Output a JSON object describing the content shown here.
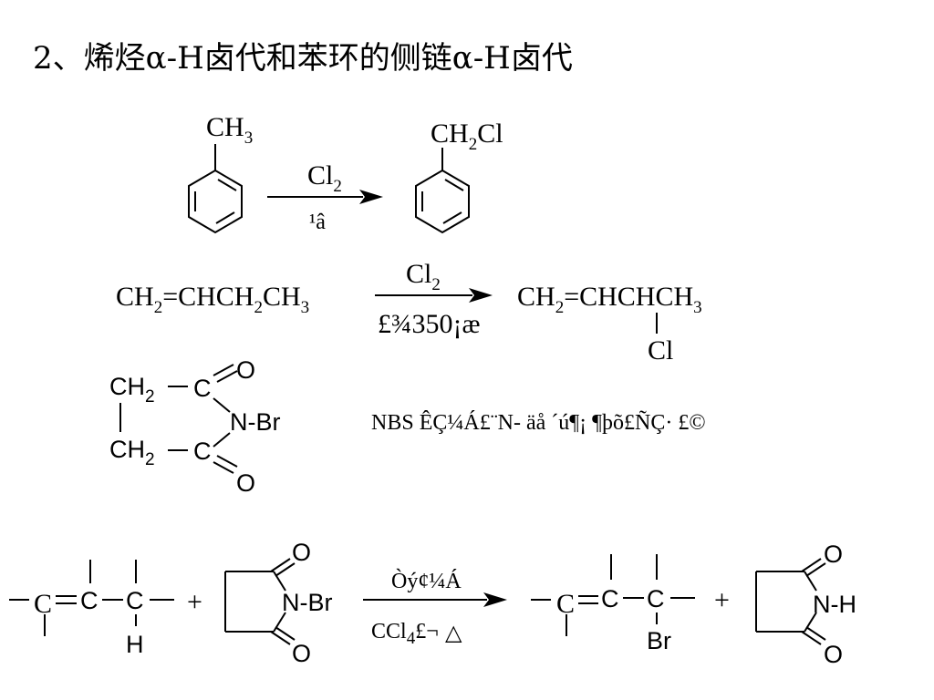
{
  "title": "2、烯烃α-H卤代和苯环的侧链α-H卤代",
  "reaction1": {
    "reactant_group": "CH",
    "reactant_group_sub": "3",
    "reagent": "Cl",
    "reagent_sub": "2",
    "condition": "¹â",
    "product_group_a": "CH",
    "product_group_sub": "2",
    "product_group_b": "Cl"
  },
  "reaction2": {
    "reactant": [
      "CH",
      "2",
      "=CHCH",
      "2",
      "CH",
      "3"
    ],
    "reagent": "Cl",
    "reagent_sub": "2",
    "condition": "£¾350¡æ",
    "product": [
      "CH",
      "2",
      "=CHCHCH",
      "3"
    ],
    "product_substituent": "Cl"
  },
  "nbs_structure": {
    "ch2_top": "CH",
    "ch2_top_sub": "2",
    "ch2_bottom": "CH",
    "ch2_bottom_sub": "2",
    "carbon_top": "C",
    "carbon_bottom": "C",
    "oxygen_top": "O",
    "oxygen_bottom": "O",
    "n_group": "N-Br"
  },
  "nbs_caption": "NBS ÊÇ¼Á£¨N- äå ´ú¶¡ ¶þõ£ÑÇ· £©",
  "reaction3": {
    "left_c1": "C",
    "left_c2": "C",
    "left_c3": "C",
    "left_h": "H",
    "plus1": "+",
    "nbs_n": "N-Br",
    "nbs_o_top": "O",
    "nbs_o_bottom": "O",
    "condition_top": "Òý¢¼Á",
    "condition_bottom_a": "CCl",
    "condition_bottom_sub": "4",
    "condition_bottom_b": "£¬",
    "delta": "△",
    "prod_c1": "C",
    "prod_c2": "C",
    "prod_c3": "C",
    "prod_br": "Br",
    "plus2": "+",
    "succ_n": "N-H",
    "succ_o_top": "O",
    "succ_o_bottom": "O"
  }
}
